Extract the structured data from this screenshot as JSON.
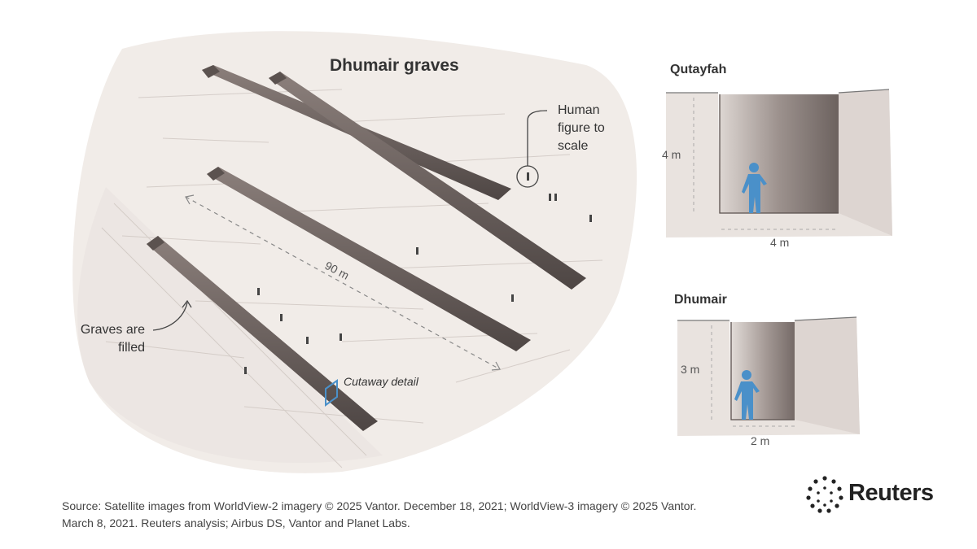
{
  "main": {
    "title": "Dhumair graves",
    "human_figure_label": "Human\nfigure to\nscale",
    "distance_label": "90 m",
    "graves_filled_label": "Graves are\nfilled",
    "cutaway_label": "Cutaway detail"
  },
  "qutayfah": {
    "title": "Qutayfah",
    "depth": "4 m",
    "width": "4 m"
  },
  "dhumair": {
    "title": "Dhumair",
    "depth": "3 m",
    "width": "2 m"
  },
  "source": "Source: Satellite images from WorldView-2 imagery © 2025 Vantor. December 18, 2021; WorldView-3 imagery © 2025 Vantor. March 8, 2021. Reuters analysis; Airbus DS, Vantor and Planet Labs.",
  "brand": "Reuters",
  "colors": {
    "accent_blue": "#4a90c9",
    "trench": "#6e6360",
    "ground": "#efeae6"
  },
  "icons": [
    "reuters-logo-icon",
    "human-figure-icon"
  ]
}
